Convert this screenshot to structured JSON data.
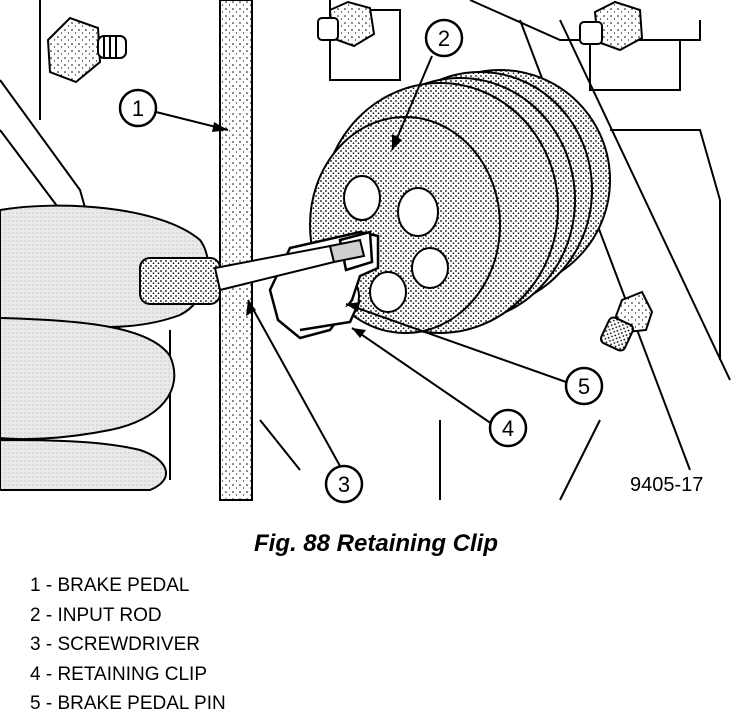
{
  "figure": {
    "code": "9405-17",
    "caption": "Fig. 88 Retaining Clip"
  },
  "callouts": [
    {
      "number": "1",
      "label": "BRAKE PEDAL"
    },
    {
      "number": "2",
      "label": "INPUT ROD"
    },
    {
      "number": "3",
      "label": "SCREWDRIVER"
    },
    {
      "number": "4",
      "label": "RETAINING CLIP"
    },
    {
      "number": "5",
      "label": "BRAKE PEDAL PIN"
    }
  ],
  "legend": [
    "1 - BRAKE PEDAL",
    "2 - INPUT ROD",
    "3 - SCREWDRIVER",
    "4 - RETAINING CLIP",
    "5 - BRAKE PEDAL PIN"
  ]
}
